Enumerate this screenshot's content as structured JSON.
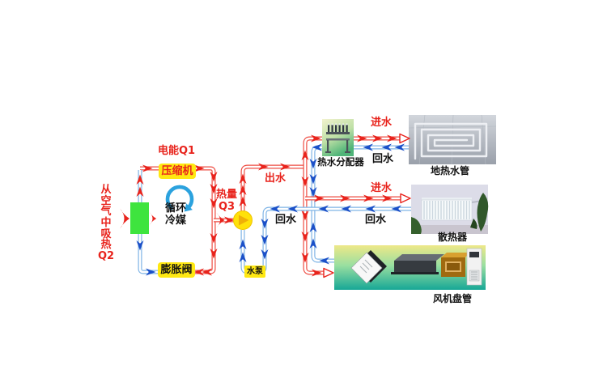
{
  "colors": {
    "hot_red": "#e8231c",
    "cold_blue": "#1b50c8",
    "pipe_red_edge": "#ee4c42",
    "pipe_blue_edge": "#7fb4e6",
    "label_yellow": "#ffe812",
    "evaporator_green": "#3ee43e",
    "pump_yellow": "#ffe10a",
    "cycle_arrow_blue": "#2ba2de"
  },
  "refrigerant_cycle": {
    "electric_input": "电能Q1",
    "compressor": "压缩机",
    "expansion_valve": "膨胀阀",
    "refrigerant": "循环\n冷媒",
    "absorb_heat": "从\n空\n气\n中\n吸\n热\nQ2",
    "heat_output": "热量\nQ3"
  },
  "water_circuit": {
    "outlet": "出水",
    "return_main": "回水",
    "pump": "水泵"
  },
  "branches": {
    "floor_heating": {
      "supply": "进水",
      "ret": "回水",
      "device": "热水分配器",
      "name": "地热水管"
    },
    "radiator": {
      "supply": "进水",
      "ret": "回水",
      "name": "散热器"
    },
    "fan_coil": {
      "name": "风机盘管"
    }
  }
}
